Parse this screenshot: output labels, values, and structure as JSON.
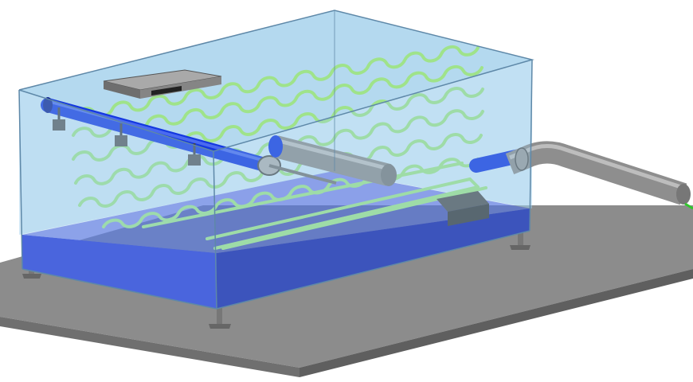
{
  "colors": {
    "background": "#ffffff",
    "slab_top": "#8c8c8c",
    "slab_front": "#6f6f6f",
    "slab_side": "#5f5f5f",
    "tank_glass": "#9cccea",
    "tank_edge": "#5e88a8",
    "water": "#1f2fd6",
    "water_dark": "#1420a8",
    "coil": "#9fe38a",
    "header_pipe": "#1438e0",
    "gray_pipe": "#8e8e8e",
    "pad": "#777777",
    "bracket": "#5a5a5a",
    "green_wire": "#31c72c"
  },
  "components": [
    "concrete-slab",
    "water-tank",
    "heat-exchanger-coil",
    "header-pipe",
    "inlet-pipe",
    "outlet-pipe",
    "control-pad",
    "support-legs"
  ]
}
